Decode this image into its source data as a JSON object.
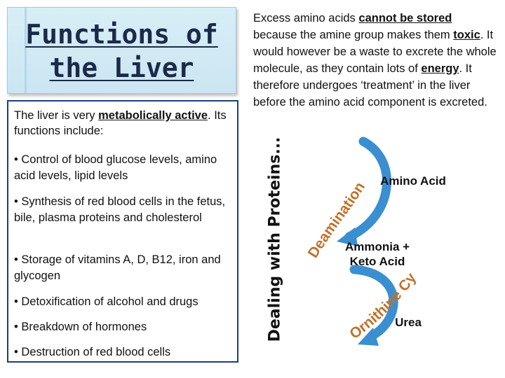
{
  "title": "Functions of the Liver",
  "intro": {
    "before": "The liver is very ",
    "emph": "metabolically active",
    "after": ". Its functions include:"
  },
  "functions": [
    "• Control of blood glucose levels, amino acid levels, lipid levels",
    "• Synthesis of red blood cells in the fetus, bile, plasma proteins and cholesterol",
    "• Storage of vitamins A, D, B12, iron and glycogen",
    "• Detoxification of alcohol and drugs",
    "• Breakdown of hormones",
    "• Destruction of red blood cells"
  ],
  "side_heading": "Dealing with Proteins...",
  "explanation": {
    "p1": "Excess amino acids ",
    "b1": "cannot be stored",
    "p2": " because the amine group makes them ",
    "b2": "toxic",
    "p3": ". It would however be a waste to excrete the whole molecule, as they contain lots of ",
    "b3": "energy",
    "p4": ". It therefore undergoes ‘treatment’ in the liver before the amino acid component is excreted."
  },
  "cycle": {
    "node_amino": "Amino Acid",
    "node_ammonia": "Ammonia + Keto Acid",
    "node_urea": "Urea",
    "arrow_deamination": "Deamination",
    "arrow_ornithine": "Ornithine Cycle",
    "arrow_color": "#3b8fd0"
  }
}
